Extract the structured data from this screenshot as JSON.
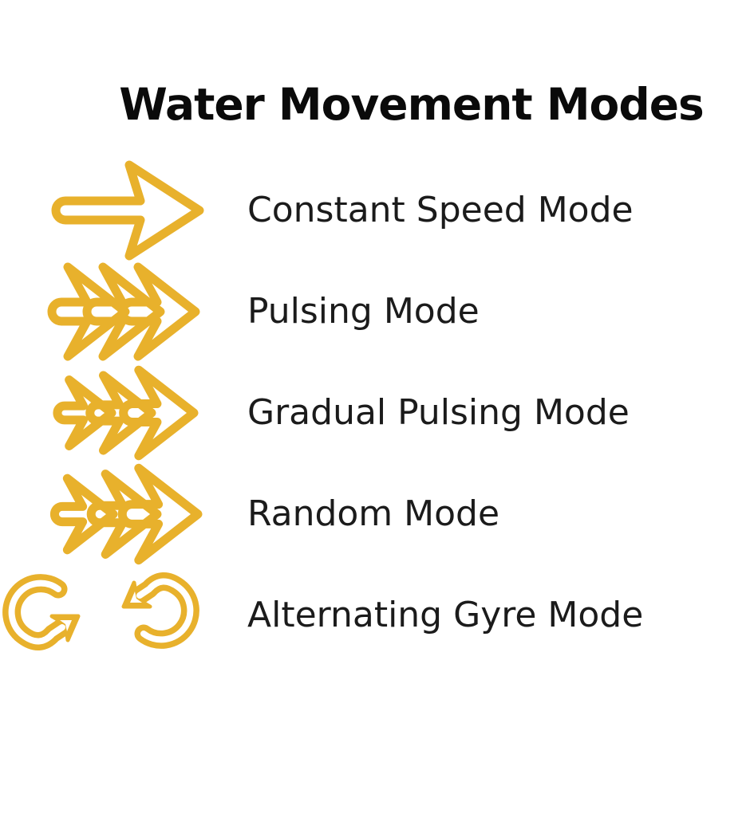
{
  "title": "Water Movement Modes",
  "colors": {
    "accent": "#E8B12C",
    "title_ink": "#0A0A0A",
    "label_ink": "#1B1B1B",
    "background": "#FFFFFF"
  },
  "modes": [
    {
      "label": "Constant Speed Mode",
      "icon": "constant-speed-arrow-icon"
    },
    {
      "label": "Pulsing Mode",
      "icon": "pulsing-chevrons-icon"
    },
    {
      "label": "Gradual Pulsing Mode",
      "icon": "gradual-pulsing-chevrons-icon"
    },
    {
      "label": "Random Mode",
      "icon": "random-chevrons-icon"
    },
    {
      "label": "Alternating Gyre Mode",
      "icon": "alternating-gyre-icon"
    }
  ]
}
